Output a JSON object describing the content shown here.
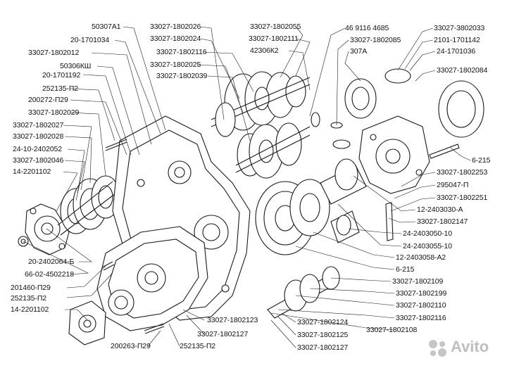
{
  "diagram": {
    "stroke": "#1a1a1a",
    "fill": "#ffffff",
    "shade": "#cfcfcf",
    "labels": [
      {
        "id": "l01",
        "text": "50307А1"
      },
      {
        "id": "l02",
        "text": "20-1701034"
      },
      {
        "id": "l03",
        "text": "33027-1802012"
      },
      {
        "id": "l04",
        "text": "50306КШ"
      },
      {
        "id": "l05",
        "text": "20-1701192"
      },
      {
        "id": "l06",
        "text": "252135-П2"
      },
      {
        "id": "l07",
        "text": "200272-П29"
      },
      {
        "id": "l08",
        "text": "33027-1802029"
      },
      {
        "id": "l09",
        "text": "33027-1802027"
      },
      {
        "id": "l10",
        "text": "33027-1802028"
      },
      {
        "id": "l11",
        "text": "24-10-2402052"
      },
      {
        "id": "l12",
        "text": "33027-1802046"
      },
      {
        "id": "l13",
        "text": "14-2201102"
      },
      {
        "id": "l14",
        "text": "20-2402064-Б"
      },
      {
        "id": "l15",
        "text": "66-02-4502218"
      },
      {
        "id": "l16",
        "text": "201460-П29"
      },
      {
        "id": "l17",
        "text": "252135-П2"
      },
      {
        "id": "l18",
        "text": "14-2201102"
      },
      {
        "id": "l19",
        "text": "200263-П29"
      },
      {
        "id": "l20",
        "text": "252135-П2"
      },
      {
        "id": "l21",
        "text": "33027-1802026"
      },
      {
        "id": "l22",
        "text": "33027-1802024"
      },
      {
        "id": "l23",
        "text": "33027-1802116"
      },
      {
        "id": "l24",
        "text": "33027-1802025"
      },
      {
        "id": "l25",
        "text": "33027-1802039"
      },
      {
        "id": "l26",
        "text": "33027-1802055"
      },
      {
        "id": "l27",
        "text": "33027-1802111"
      },
      {
        "id": "l28",
        "text": "42306К2"
      },
      {
        "id": "l29",
        "text": "46 9116 4685"
      },
      {
        "id": "l30",
        "text": "33027-1802085"
      },
      {
        "id": "l31",
        "text": "307А"
      },
      {
        "id": "l32",
        "text": "33027-3802033"
      },
      {
        "id": "l33",
        "text": "2101-1701142"
      },
      {
        "id": "l34",
        "text": "24-1701036"
      },
      {
        "id": "l35",
        "text": "33027-1802084"
      },
      {
        "id": "l36",
        "text": "6-215"
      },
      {
        "id": "l37",
        "text": "33027-1802253"
      },
      {
        "id": "l38",
        "text": "295047-П"
      },
      {
        "id": "l39",
        "text": "33027-1802251"
      },
      {
        "id": "l40",
        "text": "12-2403030-А"
      },
      {
        "id": "l41",
        "text": "33027-1802147"
      },
      {
        "id": "l42",
        "text": "24-2403050-10"
      },
      {
        "id": "l43",
        "text": "24-2403055-10"
      },
      {
        "id": "l44",
        "text": "12-2403058-А2"
      },
      {
        "id": "l45",
        "text": "6-215"
      },
      {
        "id": "l46",
        "text": "33027-1802109"
      },
      {
        "id": "l47",
        "text": "33027-1802199"
      },
      {
        "id": "l48",
        "text": "33027-1802110"
      },
      {
        "id": "l49",
        "text": "33027-1802116"
      },
      {
        "id": "l50",
        "text": "33027-1802108"
      },
      {
        "id": "l51",
        "text": "33027-1802123"
      },
      {
        "id": "l52",
        "text": "33027-1802127"
      },
      {
        "id": "l53",
        "text": "33027-1802124"
      },
      {
        "id": "l54",
        "text": "33027-1802125"
      },
      {
        "id": "l55",
        "text": "33027-1802127"
      }
    ]
  },
  "watermark": {
    "brand": "Avito",
    "logo_color": "#bfbfbf",
    "dot_colors": [
      "#97cf26",
      "#ff6163",
      "#0af",
      "#a169f7"
    ]
  }
}
